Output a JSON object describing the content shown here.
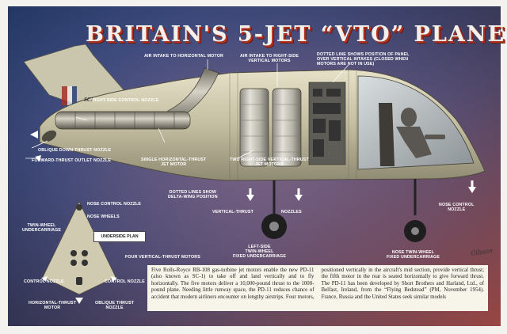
{
  "title": "BRITAIN'S 5-JET “VTO” PLANE",
  "tail_code": "SC1",
  "labels": {
    "air_intake_horizontal": "AIR INTAKE TO HORIZONTAL MOTOR",
    "air_intake_vertical": [
      "AIR INTAKE TO RIGHT-SIDE",
      "VERTICAL MOTORS"
    ],
    "dotted_panel": [
      "DOTTED LINE SHOWS POSITION OF PANEL",
      "OVER VERTICAL INTAKES (CLOSED WHEN",
      "MOTORS ARE NOT IN USE)"
    ],
    "right_control_nozzle": "RIGHT-SIDE CONTROL NOZZLE",
    "single_horizontal": [
      "SINGLE HORIZONTAL-THRUST",
      "JET MOTOR"
    ],
    "two_vertical": [
      "TWO RIGHT-SIDE VERTICAL-THRUST",
      "JET MOTORS"
    ],
    "oblique_nozzle": "OBLIQUE DOWN-THRUST NOZZLE",
    "forward_outlet": "FORWARD-THRUST OUTLET NOZZLE",
    "dotted_delta": [
      "DOTTED LINES SHOW",
      "DELTA-WING POSITION"
    ],
    "vertical_thrust_nozzles_a": "VERTICAL-THRUST",
    "vertical_thrust_nozzles_b": "NOZZLES",
    "left_undercarriage": [
      "LEFT-SIDE",
      "TWIN-WHEEL",
      "FIXED UNDERCARRIAGE"
    ],
    "nose_control_right": [
      "NOSE CONTROL",
      "NOZZLE"
    ],
    "nose_twin_wheel": [
      "NOSE TWIN-WHEEL",
      "FIXED UNDERCARRIAGE"
    ],
    "nose_control_plan": "NOSE CONTROL NOZZLE",
    "nose_wheels": "NOSE WHEELS",
    "twin_wheel_under": [
      "TWIN-WHEEL",
      "UNDERCARRIAGE"
    ],
    "underside_plan": "UNDERSIDE PLAN",
    "four_vertical": "FOUR VERTICAL-THRUST MOTORS",
    "control_nozzle_left": "CONTROL NOZZLE",
    "control_nozzle_right": "CONTROL NOZZLE",
    "horizontal_thrust_motor": [
      "HORIZONTAL-THRUST",
      "MOTOR"
    ],
    "oblique_thrust_nozzle": [
      "OBLIQUE THRUST",
      "NOZZLE"
    ]
  },
  "description": "Five Rolls-Royce RB-108 gas-turbine jet motors enable the new PD-11 (also known as SC-1) to take off and land vertically and to fly horizontally. The five motors deliver a 10,000-pound thrust to the 1000-pound plane. Needing little runway space, the PD-11 reduces chance of accident that modern airliners encounter on lengthy airstrips. Four motors, positioned vertically in the aircraft's mid section, provide vertical thrust; the fifth motor in the rear is seated horizontally to give forward thrust. The PD-11 has been developed by Short Brothers and Harland, Ltd., of Belfast, Ireland, from the “Flying Bedstead” (PM, November 1954). France, Russia and the United States seek similar models",
  "signature": "Gibson",
  "colors": {
    "bg_top": "#1d3a66",
    "bg_mid": "#6b5a8e",
    "bg_bottom": "#b7463e",
    "body": "#cfcab0",
    "metal": "#b7b3a5",
    "arrow": "#ffffff"
  }
}
